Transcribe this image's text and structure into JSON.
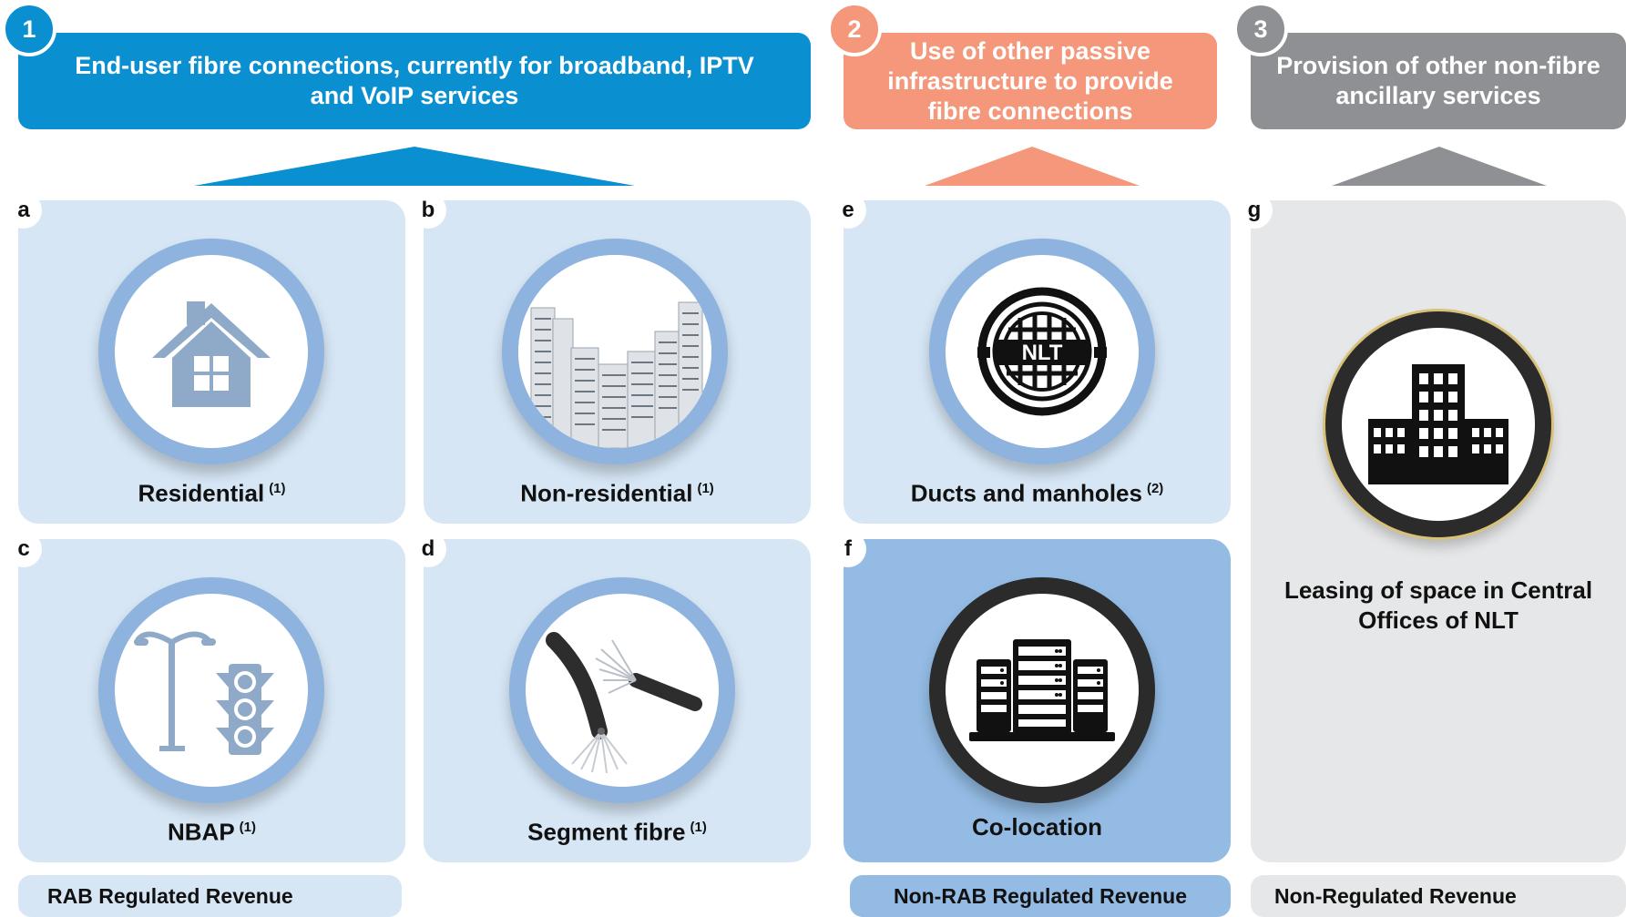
{
  "groups": [
    {
      "num": "1",
      "title": "End-user fibre connections, currently for broadband, IPTV and VoIP services",
      "color": "#0a8fd0"
    },
    {
      "num": "2",
      "title": "Use of other passive infrastructure to provide fibre connections",
      "color": "#f4977a"
    },
    {
      "num": "3",
      "title": "Provision of other non-fibre ancillary services",
      "color": "#8f9093"
    }
  ],
  "cards": {
    "a": {
      "letter": "a",
      "label": "Residential",
      "note": "(1)",
      "icon": "house-icon"
    },
    "b": {
      "letter": "b",
      "label": "Non-residential",
      "note": "(1)",
      "icon": "buildings-icon"
    },
    "c": {
      "letter": "c",
      "label": "NBAP",
      "note": "(1)",
      "icon": "streetlight-traffic-icon"
    },
    "d": {
      "letter": "d",
      "label": "Segment fibre",
      "note": "(1)",
      "icon": "fibre-cable-icon"
    },
    "e": {
      "letter": "e",
      "label": "Ducts and manholes",
      "note": "(2)",
      "icon": "manhole-icon",
      "badge": "NLT"
    },
    "f": {
      "letter": "f",
      "label": "Co-location",
      "icon": "server-rack-icon"
    },
    "g": {
      "letter": "g",
      "label": "Leasing of space in Central Offices of NLT",
      "icon": "office-building-icon"
    }
  },
  "footers": {
    "rab": "RAB Regulated Revenue",
    "non_rab": "Non-RAB Regulated Revenue",
    "non_regulated": "Non-Regulated Revenue"
  },
  "colors": {
    "light_card": "#d6e6f5",
    "dark_card": "#93bbe3",
    "grey_card": "#e6e7e8",
    "ring_blue": "#8db3de",
    "icon_blue": "#8fa9c9"
  }
}
